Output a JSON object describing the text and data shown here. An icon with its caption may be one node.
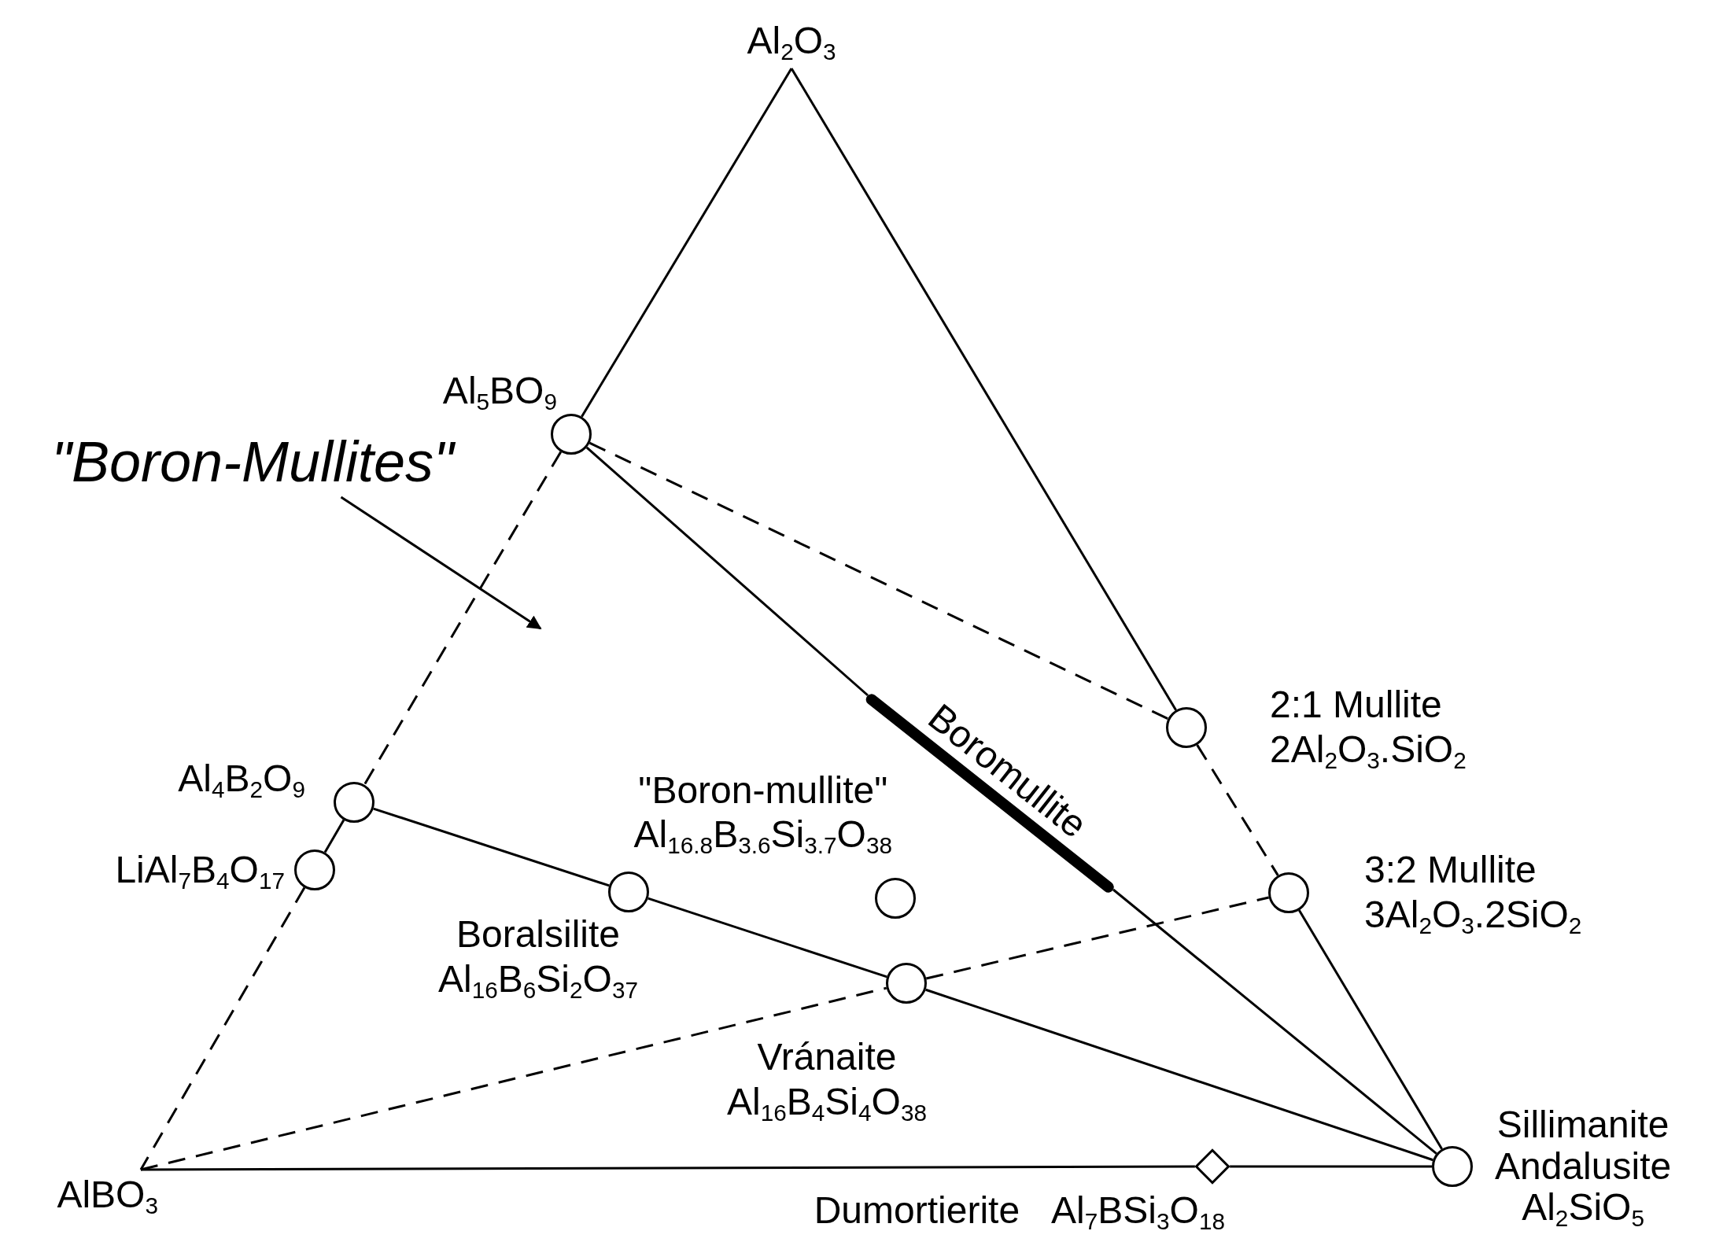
{
  "diagram": {
    "nodes": [
      {
        "text": [
          "Al$_{2}$O$_{3}$"
        ]
      },
      {
        "text": [
          "Al$_{5}$BO$_{9}$"
        ]
      },
      {
        "text": [
          "2:1 Mullite",
          "2Al$_{2}$O$_{3}$.SiO$_{2}$"
        ]
      },
      {
        "text": [
          "3:2 Mullite",
          "3Al$_{2}$O$_{3}$.2SiO$_{2}$"
        ]
      },
      {
        "text": [
          "Sillimanite",
          "Andalusite",
          "Al$_{2}$SiO$_{5}$"
        ]
      },
      {
        "text": [
          "Al$_{4}$B$_{2}$O$_{9}$"
        ]
      },
      {
        "text": [
          "LiAl$_{7}$B$_{4}$O$_{17}$"
        ]
      },
      {
        "text": [
          "AlBO$_{3}$"
        ]
      },
      {
        "text": [
          "Boralsilite",
          "Al$_{16}$B$_{6}$Si$_{2}$O$_{37}$"
        ]
      },
      {
        "text": [
          "\"Boron-mullite\"",
          "Al$_{16.8}$B$_{3.6}$Si$_{3.7}$O$_{38}$"
        ]
      },
      {
        "text": [
          "Vránaite",
          "Al$_{16}$B$_{4}$Si$_{4}$O$_{38}$"
        ]
      },
      {
        "text": [
          "Dumortierite",
          "Al$_{7}$BSi$_{3}$O$_{18}$"
        ]
      },
      {
        "text": [
          "Boromullite"
        ]
      },
      {
        "text": [
          "\"Boron-Mullites\""
        ]
      }
    ],
    "edges": [
      {
        "from": 0,
        "to": 1,
        "arrow": "none"
      },
      {
        "from": 0,
        "to": 2,
        "arrow": "none"
      },
      {
        "from": 1,
        "to": 2,
        "arrow": "none",
        "style": "dashed"
      },
      {
        "from": 2,
        "to": 3,
        "arrow": "none",
        "style": "dashed"
      },
      {
        "from": 3,
        "to": 4,
        "arrow": "none"
      },
      {
        "from": 1,
        "to": 5,
        "arrow": "none",
        "style": "dashed"
      },
      {
        "from": 5,
        "to": 6,
        "arrow": "none"
      },
      {
        "from": 6,
        "to": 7,
        "arrow": "none",
        "style": "dashed"
      },
      {
        "from": 1,
        "to": 12,
        "arrow": "none"
      },
      {
        "from": 12,
        "to": 4,
        "arrow": "none"
      },
      {
        "from": 5,
        "to": 8,
        "arrow": "none"
      },
      {
        "from": 8,
        "to": 10,
        "arrow": "none"
      },
      {
        "from": 10,
        "to": 4,
        "arrow": "none"
      },
      {
        "from": 10,
        "to": 3,
        "arrow": "none",
        "style": "dashed"
      },
      {
        "from": 7,
        "to": 10,
        "arrow": "none",
        "style": "dashed"
      },
      {
        "from": 7,
        "to": 11,
        "arrow": "none"
      },
      {
        "from": 11,
        "to": 4,
        "arrow": "none"
      },
      {
        "from": 13,
        "to": null,
        "arrow": "to"
      }
    ]
  }
}
